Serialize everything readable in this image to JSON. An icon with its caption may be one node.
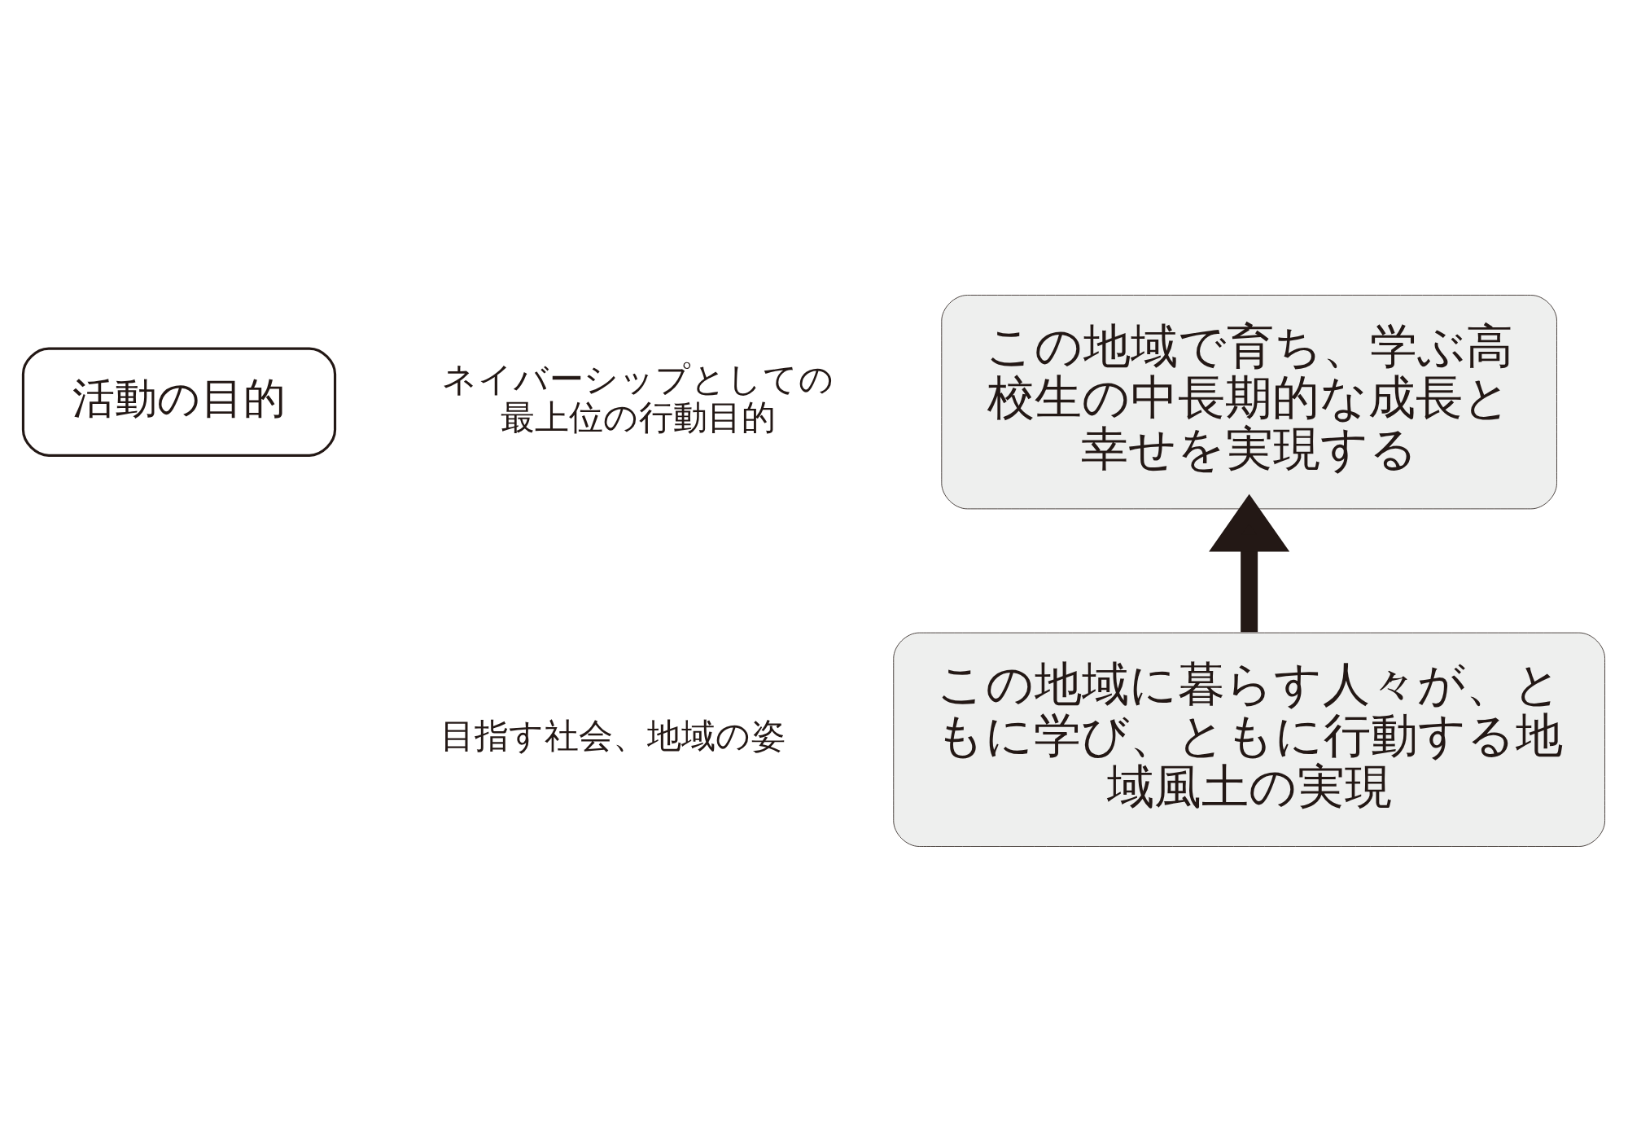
{
  "diagram": {
    "nodes": [
      {
        "text": [
          "活動の目的"
        ]
      },
      {
        "text": [
          "この地域で育ち、学ぶ高校生の中長期的な成長と幸せを実現する"
        ],
        "beside": [
          "ネイバーシップとしての最上位の行動目的"
        ]
      },
      {
        "text": [
          "この地域に暮らす人々が、ともに学び、ともに行動する地域風土の実現"
        ],
        "beside": [
          "目指す社会、地域の姿"
        ]
      }
    ],
    "edges": [
      {
        "from": 2,
        "to": 1,
        "arrow": "to"
      }
    ]
  }
}
